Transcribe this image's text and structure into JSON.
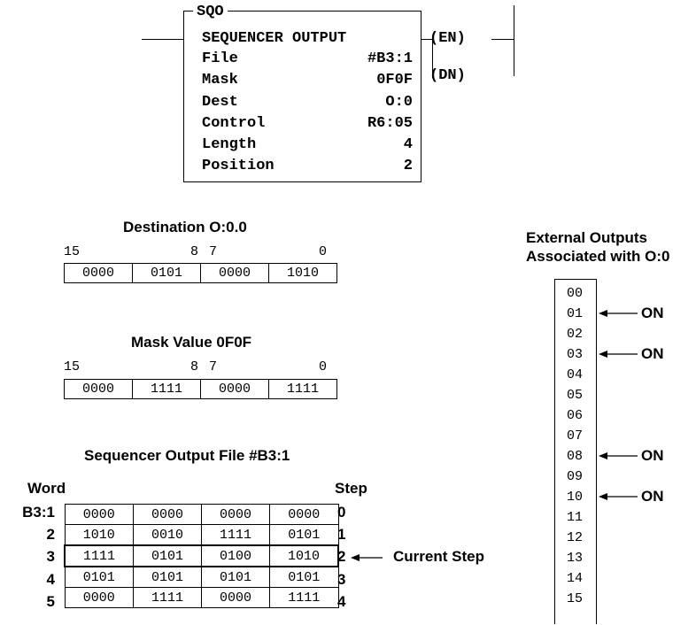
{
  "sqo": {
    "mnemonic": "SQO",
    "name": "SEQUENCER OUTPUT",
    "params": [
      {
        "label": "File",
        "value": "#B3:1"
      },
      {
        "label": "Mask",
        "value": "0F0F"
      },
      {
        "label": "Dest",
        "value": "O:0"
      },
      {
        "label": "Control",
        "value": "R6:05"
      },
      {
        "label": "Length",
        "value": "4"
      },
      {
        "label": "Position",
        "value": "2"
      }
    ],
    "outputs": [
      "(EN)",
      "(DN)"
    ]
  },
  "destination": {
    "title": "Destination O:0.0",
    "bit_labels": [
      "15",
      "8",
      "7",
      "0"
    ],
    "words": [
      "0000",
      "0101",
      "0000",
      "1010"
    ]
  },
  "mask": {
    "title": "Mask Value 0F0F",
    "bit_labels": [
      "15",
      "8",
      "7",
      "0"
    ],
    "words": [
      "0000",
      "1111",
      "0000",
      "1111"
    ]
  },
  "sequencer_file": {
    "title": "Sequencer Output File #B3:1",
    "word_header": "Word",
    "step_header": "Step",
    "current_step_label": "Current Step",
    "rows": [
      {
        "word": "B3:1",
        "step": "0",
        "cells": [
          "0000",
          "0000",
          "0000",
          "0000"
        ]
      },
      {
        "word": "2",
        "step": "1",
        "cells": [
          "1010",
          "0010",
          "1111",
          "0101"
        ]
      },
      {
        "word": "3",
        "step": "2",
        "cells": [
          "1111",
          "0101",
          "0100",
          "1010"
        ]
      },
      {
        "word": "4",
        "step": "3",
        "cells": [
          "0101",
          "0101",
          "0101",
          "0101"
        ]
      },
      {
        "word": "5",
        "step": "4",
        "cells": [
          "0000",
          "1111",
          "0000",
          "1111"
        ]
      }
    ]
  },
  "external_outputs": {
    "title_line1": "External Outputs",
    "title_line2": "Associated with O:0",
    "numbers": [
      "00",
      "01",
      "02",
      "03",
      "04",
      "05",
      "06",
      "07",
      "08",
      "09",
      "10",
      "11",
      "12",
      "13",
      "14",
      "15"
    ],
    "on_label": "ON",
    "on_outputs": [
      "01",
      "03",
      "08",
      "10"
    ]
  }
}
